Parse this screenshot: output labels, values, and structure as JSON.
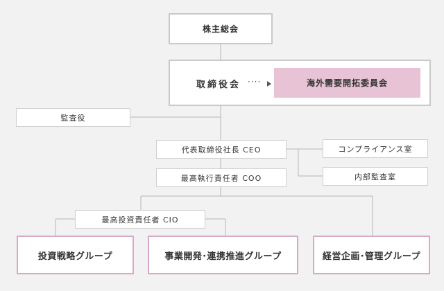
{
  "org": {
    "shareholders": "株主総会",
    "board": "取締役会",
    "connector_dots": "····",
    "overseas_committee": "海外需要開拓委員会",
    "auditor": "監査役",
    "ceo": "代表取締役社長 CEO",
    "compliance": "コンプライアンス室",
    "internal_audit": "内部監査室",
    "coo": "最高執行責任者 COO",
    "cio": "最高投資責任者 CIO",
    "investment_group": "投資戦略グループ",
    "business_group": "事業開発･連携推進グループ",
    "management_group": "経営企画･管理グループ"
  },
  "colors": {
    "background": "#f2f2f2",
    "line": "#b5b5b5",
    "box_border": "#cfcfcf",
    "accent_border": "#d9a8c8",
    "accent_fill": "#e8c2d5"
  }
}
